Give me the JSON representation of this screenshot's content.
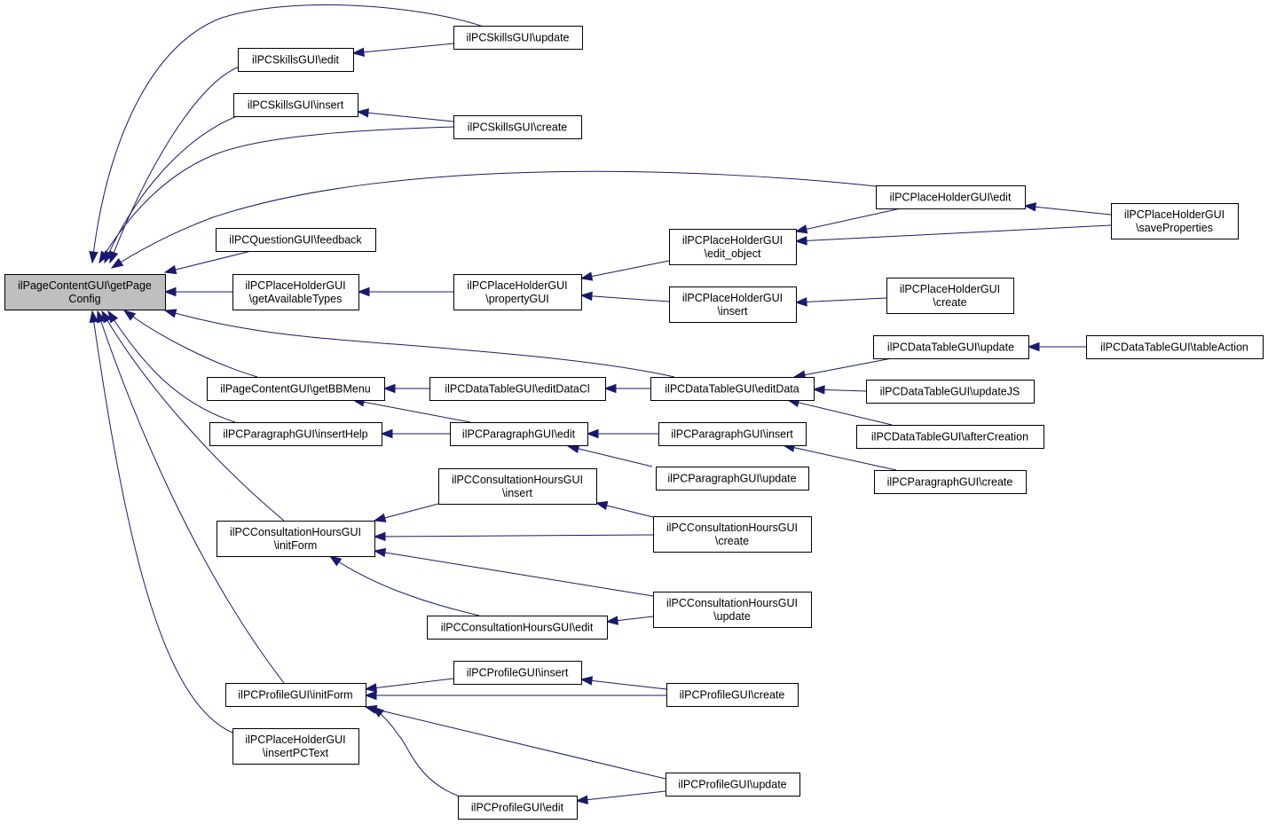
{
  "diagram": {
    "type": "call-graph",
    "colors": {
      "edge": "#191970",
      "root_fill": "#bfbfbf",
      "node_fill": "#ffffff",
      "node_border": "#000000"
    },
    "nodes": [
      {
        "id": "root",
        "lines": [
          "ilPageContentGUI\\getPage",
          "Config"
        ],
        "root": true
      },
      {
        "id": "skills_edit",
        "lines": [
          "ilPCSkillsGUI\\edit"
        ]
      },
      {
        "id": "skills_update",
        "lines": [
          "ilPCSkillsGUI\\update"
        ]
      },
      {
        "id": "skills_insert",
        "lines": [
          "ilPCSkillsGUI\\insert"
        ]
      },
      {
        "id": "skills_create",
        "lines": [
          "ilPCSkillsGUI\\create"
        ]
      },
      {
        "id": "ph_edit",
        "lines": [
          "ilPCPlaceHolderGUI\\edit"
        ]
      },
      {
        "id": "ph_saveprops",
        "lines": [
          "ilPCPlaceHolderGUI",
          "\\saveProperties"
        ]
      },
      {
        "id": "question_feedback",
        "lines": [
          "ilPCQuestionGUI\\feedback"
        ]
      },
      {
        "id": "ph_edit_object",
        "lines": [
          "ilPCPlaceHolderGUI",
          "\\edit_object"
        ]
      },
      {
        "id": "ph_getavail",
        "lines": [
          "ilPCPlaceHolderGUI",
          "\\getAvailableTypes"
        ]
      },
      {
        "id": "ph_propgui",
        "lines": [
          "ilPCPlaceHolderGUI",
          "\\propertyGUI"
        ]
      },
      {
        "id": "ph_insert",
        "lines": [
          "ilPCPlaceHolderGUI",
          "\\insert"
        ]
      },
      {
        "id": "ph_create",
        "lines": [
          "ilPCPlaceHolderGUI",
          "\\create"
        ]
      },
      {
        "id": "dt_update",
        "lines": [
          "ilPCDataTableGUI\\update"
        ]
      },
      {
        "id": "dt_tableaction",
        "lines": [
          "ilPCDataTableGUI\\tableAction"
        ]
      },
      {
        "id": "pc_getbbmenu",
        "lines": [
          "ilPageContentGUI\\getBBMenu"
        ]
      },
      {
        "id": "dt_editdatacl",
        "lines": [
          "ilPCDataTableGUI\\editDataCl"
        ]
      },
      {
        "id": "dt_editdata",
        "lines": [
          "ilPCDataTableGUI\\editData"
        ]
      },
      {
        "id": "dt_updatejs",
        "lines": [
          "ilPCDataTableGUI\\updateJS"
        ]
      },
      {
        "id": "par_inserthelp",
        "lines": [
          "ilPCParagraphGUI\\insertHelp"
        ]
      },
      {
        "id": "par_edit",
        "lines": [
          "ilPCParagraphGUI\\edit"
        ]
      },
      {
        "id": "par_insert",
        "lines": [
          "ilPCParagraphGUI\\insert"
        ]
      },
      {
        "id": "dt_aftercreation",
        "lines": [
          "ilPCDataTableGUI\\afterCreation"
        ]
      },
      {
        "id": "ch_insert",
        "lines": [
          "ilPCConsultationHoursGUI",
          "\\insert"
        ]
      },
      {
        "id": "par_update",
        "lines": [
          "ilPCParagraphGUI\\update"
        ]
      },
      {
        "id": "par_create",
        "lines": [
          "ilPCParagraphGUI\\create"
        ]
      },
      {
        "id": "ch_initform",
        "lines": [
          "ilPCConsultationHoursGUI",
          "\\initForm"
        ]
      },
      {
        "id": "ch_create",
        "lines": [
          "ilPCConsultationHoursGUI",
          "\\create"
        ]
      },
      {
        "id": "ch_update",
        "lines": [
          "ilPCConsultationHoursGUI",
          "\\update"
        ]
      },
      {
        "id": "ch_edit",
        "lines": [
          "ilPCConsultationHoursGUI\\edit"
        ]
      },
      {
        "id": "prof_insert",
        "lines": [
          "ilPCProfileGUI\\insert"
        ]
      },
      {
        "id": "prof_initform",
        "lines": [
          "ilPCProfileGUI\\initForm"
        ]
      },
      {
        "id": "prof_create",
        "lines": [
          "ilPCProfileGUI\\create"
        ]
      },
      {
        "id": "ph_insertpctext",
        "lines": [
          "ilPCPlaceHolderGUI",
          "\\insertPCText"
        ]
      },
      {
        "id": "prof_update",
        "lines": [
          "ilPCProfileGUI\\update"
        ]
      },
      {
        "id": "prof_edit",
        "lines": [
          "ilPCProfileGUI\\edit"
        ]
      }
    ],
    "edges": [
      {
        "from": "skills_edit",
        "to": "root"
      },
      {
        "from": "skills_update",
        "to": "skills_edit"
      },
      {
        "from": "skills_update",
        "to": "root"
      },
      {
        "from": "skills_insert",
        "to": "root"
      },
      {
        "from": "skills_create",
        "to": "skills_insert"
      },
      {
        "from": "skills_create",
        "to": "root"
      },
      {
        "from": "ph_edit",
        "to": "root"
      },
      {
        "from": "ph_saveprops",
        "to": "ph_edit"
      },
      {
        "from": "ph_saveprops",
        "to": "ph_edit_object"
      },
      {
        "from": "question_feedback",
        "to": "root"
      },
      {
        "from": "ph_edit",
        "to": "ph_edit_object"
      },
      {
        "from": "ph_getavail",
        "to": "root"
      },
      {
        "from": "ph_propgui",
        "to": "ph_getavail"
      },
      {
        "from": "ph_edit_object",
        "to": "ph_propgui"
      },
      {
        "from": "ph_insert",
        "to": "ph_propgui"
      },
      {
        "from": "ph_create",
        "to": "ph_insert"
      },
      {
        "from": "dt_editdata",
        "to": "root"
      },
      {
        "from": "dt_update",
        "to": "dt_editdata"
      },
      {
        "from": "dt_tableaction",
        "to": "dt_update"
      },
      {
        "from": "dt_updatejs",
        "to": "dt_editdata"
      },
      {
        "from": "dt_aftercreation",
        "to": "dt_editdata"
      },
      {
        "from": "pc_getbbmenu",
        "to": "root"
      },
      {
        "from": "dt_editdatacl",
        "to": "pc_getbbmenu"
      },
      {
        "from": "dt_editdata",
        "to": "dt_editdatacl"
      },
      {
        "from": "par_edit",
        "to": "pc_getbbmenu"
      },
      {
        "from": "par_inserthelp",
        "to": "root"
      },
      {
        "from": "par_edit",
        "to": "par_inserthelp"
      },
      {
        "from": "par_insert",
        "to": "par_edit"
      },
      {
        "from": "par_update",
        "to": "par_edit"
      },
      {
        "from": "par_create",
        "to": "par_insert"
      },
      {
        "from": "ch_initform",
        "to": "root"
      },
      {
        "from": "ch_insert",
        "to": "ch_initform"
      },
      {
        "from": "ch_create",
        "to": "ch_insert"
      },
      {
        "from": "ch_create",
        "to": "ch_initform"
      },
      {
        "from": "ch_update",
        "to": "ch_initform"
      },
      {
        "from": "ch_edit",
        "to": "ch_initform"
      },
      {
        "from": "ch_update",
        "to": "ch_edit"
      },
      {
        "from": "prof_initform",
        "to": "root"
      },
      {
        "from": "prof_insert",
        "to": "prof_initform"
      },
      {
        "from": "prof_create",
        "to": "prof_insert"
      },
      {
        "from": "prof_create",
        "to": "prof_initform"
      },
      {
        "from": "prof_update",
        "to": "prof_initform"
      },
      {
        "from": "prof_edit",
        "to": "prof_initform"
      },
      {
        "from": "prof_update",
        "to": "prof_edit"
      },
      {
        "from": "ph_insertpctext",
        "to": "root"
      }
    ]
  }
}
